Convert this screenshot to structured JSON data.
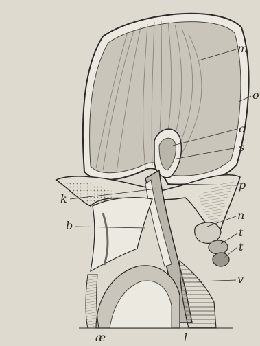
{
  "figure": {
    "labels": {
      "m": "m",
      "o": "o",
      "c": "c",
      "s": "s",
      "p": "p",
      "k": "k",
      "n": "n",
      "b": "b",
      "t1": "t",
      "t2": "t",
      "v": "v",
      "ae": "æ",
      "l": "l"
    },
    "colors": {
      "paper": "#dedad0",
      "ink": "#2b2a27",
      "tissue": "#b9b5ab",
      "light": "#ece9e1"
    }
  }
}
